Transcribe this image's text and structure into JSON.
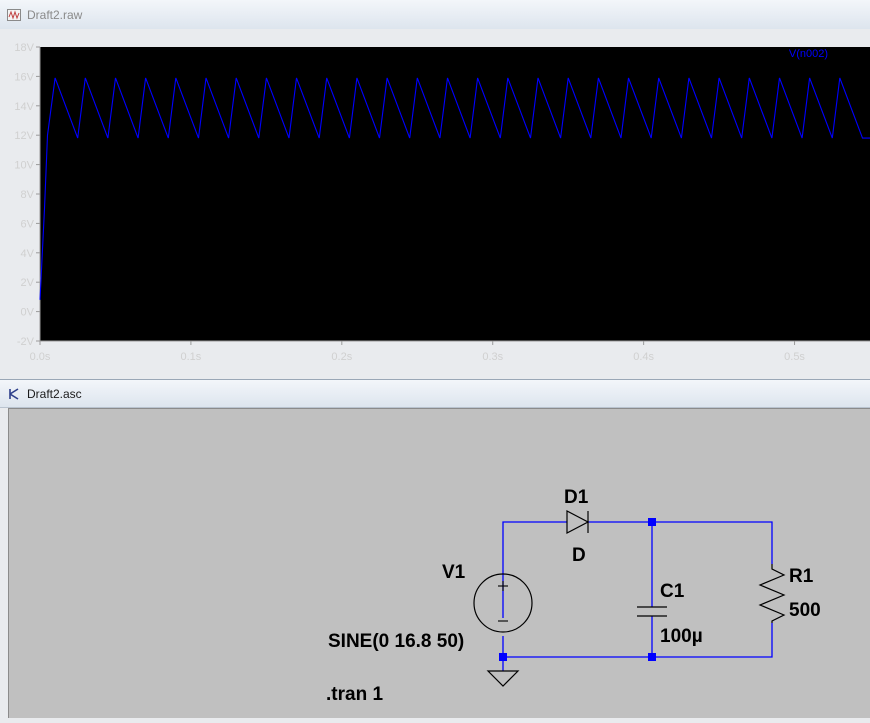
{
  "waveform_window": {
    "title": "Draft2.raw",
    "icon": "waveform-viewer-icon"
  },
  "schematic_window": {
    "title": "Draft2.asc",
    "icon": "schematic-editor-icon"
  },
  "chart_data": {
    "type": "line",
    "title": "",
    "xlabel": "",
    "ylabel": "",
    "xlim": [
      0.0,
      0.55
    ],
    "ylim": [
      -2,
      18
    ],
    "x_ticks": [
      "0.0s",
      "0.1s",
      "0.2s",
      "0.3s",
      "0.4s",
      "0.5s"
    ],
    "y_ticks": [
      "-2V",
      "0V",
      "2V",
      "4V",
      "6V",
      "8V",
      "10V",
      "12V",
      "14V",
      "16V",
      "18V"
    ],
    "background": "#000000",
    "grid": false,
    "legend_position": "top-right",
    "series": [
      {
        "name": "V(n002)",
        "color": "#0000ff",
        "x": [
          0.0,
          0.003,
          0.005,
          0.01,
          0.025,
          0.03,
          0.045,
          0.05,
          0.065,
          0.07,
          0.085,
          0.09,
          0.105,
          0.11,
          0.125,
          0.13,
          0.145,
          0.15,
          0.165,
          0.17,
          0.185,
          0.19,
          0.205,
          0.21,
          0.225,
          0.23,
          0.245,
          0.25,
          0.265,
          0.27,
          0.285,
          0.29,
          0.305,
          0.31,
          0.325,
          0.33,
          0.345,
          0.35,
          0.365,
          0.37,
          0.385,
          0.39,
          0.405,
          0.41,
          0.425,
          0.43,
          0.445,
          0.45,
          0.465,
          0.47,
          0.485,
          0.49,
          0.505,
          0.51,
          0.525,
          0.53,
          0.545,
          0.55
        ],
        "y": [
          0.8,
          7.0,
          12.0,
          15.9,
          11.8,
          15.9,
          11.8,
          15.9,
          11.8,
          15.9,
          11.8,
          15.9,
          11.8,
          15.9,
          11.8,
          15.9,
          11.8,
          15.9,
          11.8,
          15.9,
          11.8,
          15.9,
          11.8,
          15.9,
          11.8,
          15.9,
          11.8,
          15.9,
          11.8,
          15.9,
          11.8,
          15.9,
          11.8,
          15.9,
          11.8,
          15.9,
          11.8,
          15.9,
          11.8,
          15.9,
          11.8,
          15.9,
          11.8,
          15.9,
          11.8,
          15.9,
          11.8,
          15.9,
          11.8,
          15.9,
          11.8,
          15.9,
          11.8,
          15.9,
          11.8,
          15.9,
          11.8,
          11.8
        ]
      }
    ]
  },
  "schematic": {
    "diode_name": "D1",
    "diode_model": "D",
    "source_name": "V1",
    "source_value": "SINE(0 16.8 50)",
    "cap_name": "C1",
    "cap_value": "100µ",
    "res_name": "R1",
    "res_value": "500",
    "directive": ".tran 1",
    "wire_color": "#0000ff",
    "symbol_color": "#0000ff"
  }
}
